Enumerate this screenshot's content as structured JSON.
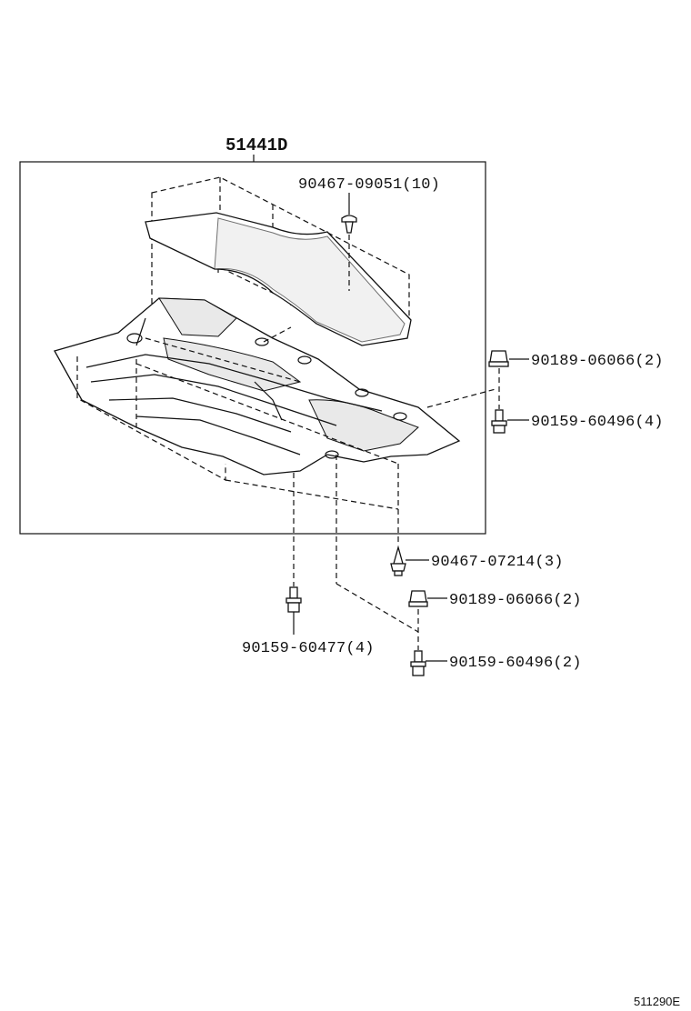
{
  "assembly": {
    "part_no": "51441D"
  },
  "callouts": {
    "clip_top": "90467-09051(10)",
    "nut_right": "90189-06066(2)",
    "bolt_right": "90159-60496(4)",
    "clip_bottom": "90467-07214(3)",
    "nut_bottom": "90189-06066(2)",
    "bolt_bottom_left": "90159-60477(4)",
    "bolt_bottom_right": "90159-60496(2)"
  },
  "illustration_code": "511290E"
}
